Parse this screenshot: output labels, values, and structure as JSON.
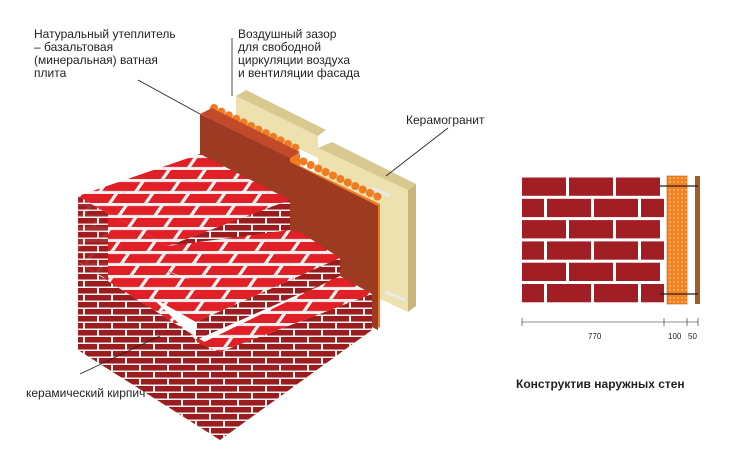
{
  "labels": {
    "insulation": "Натуральный утеплитель\n– базальтовая\n(минеральная) ватная\nплита",
    "air_gap": "Воздушный зазор\nдля свободной\nциркуляции воздуха\nи вентиляции фасада",
    "porcelain": "Керамогранит",
    "brick": "керамический кирпич"
  },
  "section": {
    "title": "Конструктив наружных стен",
    "dims": [
      "770",
      "100",
      "50"
    ]
  },
  "colors": {
    "brick_red": "#e01f26",
    "brick_dark": "#8a1f1c",
    "brick_side": "#b81c20",
    "mortar": "#f2f2f2",
    "wall_plaster": "#9c3a22",
    "insulation_orange": "#f07c22",
    "facade_panel": "#ede1b0",
    "facade_edge": "#c9b57a",
    "section_brick": "#a11f24",
    "section_insul": "#f58220",
    "line": "#231f20"
  }
}
